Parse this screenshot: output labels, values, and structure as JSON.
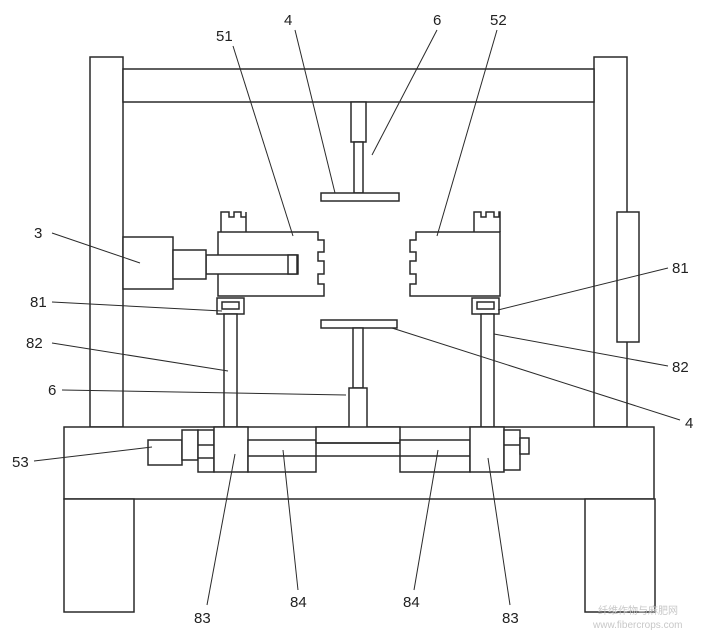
{
  "labels": {
    "l51": "51",
    "l4_top": "4",
    "l6_top": "6",
    "l52": "52",
    "l3": "3",
    "l81_left": "81",
    "l81_right": "81",
    "l82_left": "82",
    "l82_right": "82",
    "l6_mid": "6",
    "l4_right": "4",
    "l53": "53",
    "l83_left": "83",
    "l84_left": "84",
    "l84_right": "84",
    "l83_right": "83"
  },
  "watermark": {
    "line1": "纤维作物与麻肥网",
    "line2": "www.fibercrops.com"
  }
}
